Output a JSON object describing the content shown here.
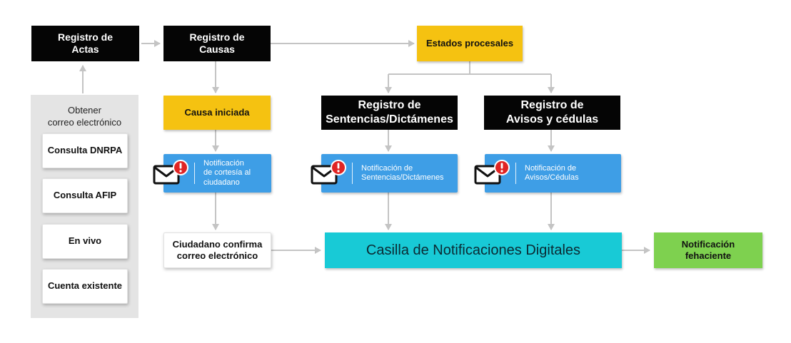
{
  "nodes": {
    "registro_actas": "Registro de\nActas",
    "registro_causas": "Registro de\nCausas",
    "estados_procesales": "Estados procesales",
    "causa_iniciada": "Causa iniciada",
    "registro_sentencias": "Registro de\nSentencias/Dictámenes",
    "registro_avisos": "Registro de\nAvisos y cédulas",
    "notif_cortesia": "Notificación\nde cortesía al\nciudadano",
    "notif_sentencias": "Notificación de\nSentencias/Dictámenes",
    "notif_avisos": "Notificación de\nAvisos/Cédulas",
    "ciudadano_confirma": "Ciudadano confirma\ncorreo electrónico",
    "casilla": "Casilla de Notificaciones Digitales",
    "notif_fehaciente": "Notificación\nfehaciente"
  },
  "panel": {
    "title": "Obtener\ncorreo electrónico",
    "items": [
      "Consulta DNRPA",
      "Consulta AFIP",
      "En vivo",
      "Cuenta existente"
    ]
  },
  "colors": {
    "black": "#050505",
    "yellow": "#f5c211",
    "blue": "#3e9ee6",
    "cyan": "#18cad6",
    "green": "#7ed14f",
    "alert_red": "#e02424",
    "connector": "#c4c4c4"
  },
  "icons": [
    "envelope-alert-icon"
  ]
}
